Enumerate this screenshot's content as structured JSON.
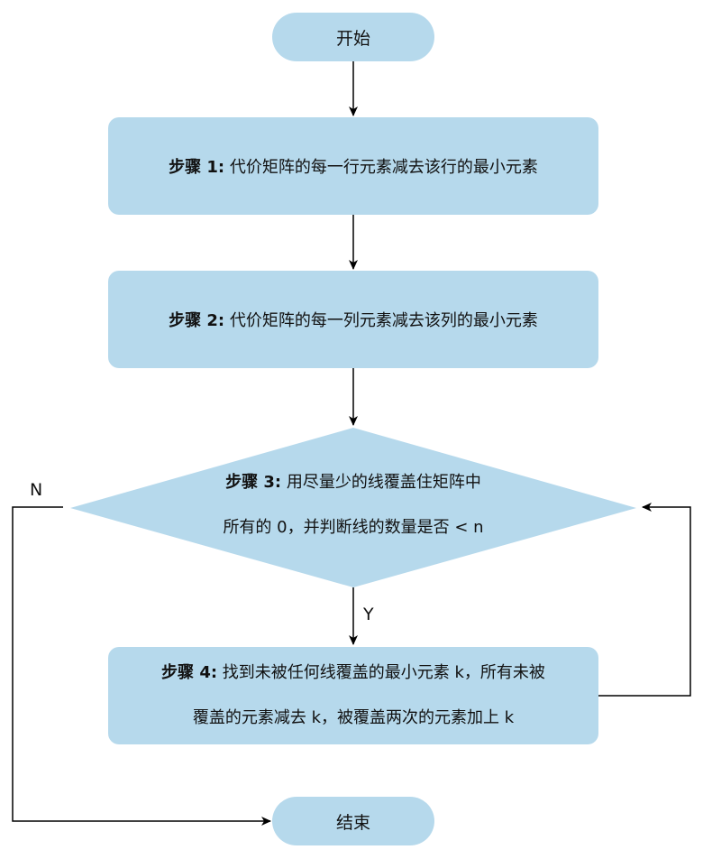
{
  "start": {
    "label": "开始"
  },
  "step1": {
    "head": "步骤 1:",
    "text": "代价矩阵的每一行元素减去该行的最小元素"
  },
  "step2": {
    "head": "步骤 2:",
    "text": "代价矩阵的每一列元素减去该列的最小元素"
  },
  "step3": {
    "head": "步骤 3:",
    "line1": "用尽量少的线覆盖住矩阵中",
    "line2": "所有的 0，并判断线的数量是否 < n"
  },
  "step4": {
    "head": "步骤 4:",
    "line1": "找到未被任何线覆盖的最小元素 k，所有未被",
    "line2": "覆盖的元素减去 k，被覆盖两次的元素加上 k"
  },
  "end": {
    "label": "结束"
  },
  "edges": {
    "yes_label": "Y",
    "no_label": "N"
  },
  "colors": {
    "node_fill": "#b6d9ec",
    "line": "#000000"
  }
}
